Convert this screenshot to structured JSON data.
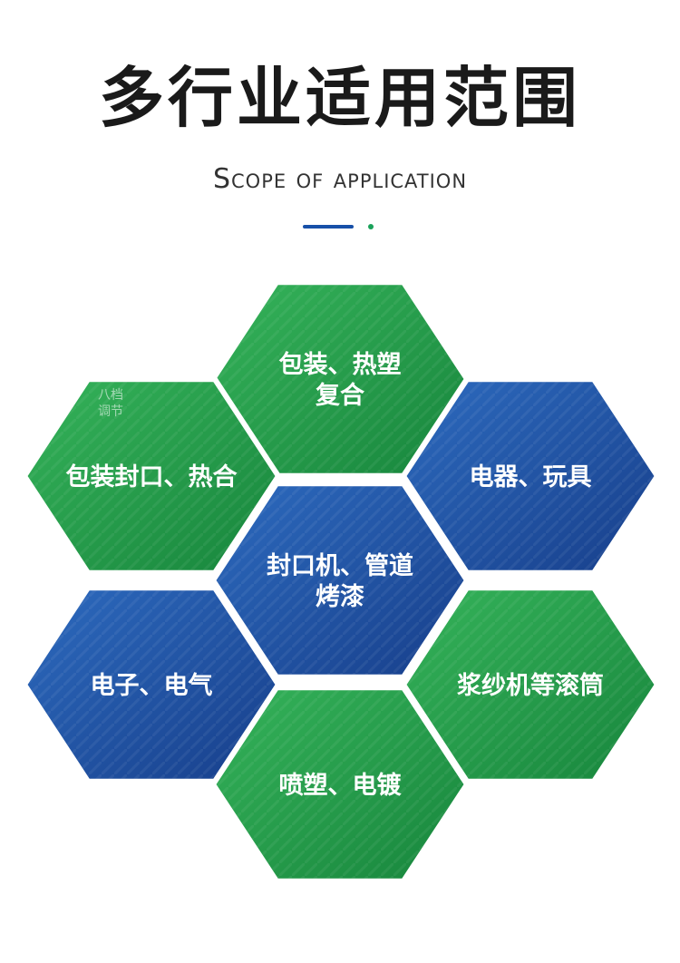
{
  "header": {
    "title": "多行业适用范围",
    "subtitle": "Scope of application"
  },
  "colors": {
    "green": "#1f9a47",
    "blue": "#1c4fa3",
    "accent_bar": "#1750a8",
    "accent_dot": "#1aa25a"
  },
  "hexagons": [
    {
      "id": "packaging-thermoforming",
      "lines": [
        "包装、热塑",
        "复合"
      ],
      "color": "green"
    },
    {
      "id": "packaging-sealing",
      "lines": [
        "包装封口、热合"
      ],
      "color": "green"
    },
    {
      "id": "appliances-toys",
      "lines": [
        "电器、玩具"
      ],
      "color": "blue"
    },
    {
      "id": "sealer-pipe-baking",
      "lines": [
        "封口机、管道",
        "烤漆"
      ],
      "color": "blue"
    },
    {
      "id": "electronics-electrical",
      "lines": [
        "电子、电气"
      ],
      "color": "blue"
    },
    {
      "id": "sizing-rollers",
      "lines": [
        "浆纱机等滚筒"
      ],
      "color": "green"
    },
    {
      "id": "spray-plating",
      "lines": [
        "喷塑、电镀"
      ],
      "color": "green"
    }
  ],
  "photo_text": {
    "dial_label_1": "八档",
    "dial_label_2": "调节"
  }
}
